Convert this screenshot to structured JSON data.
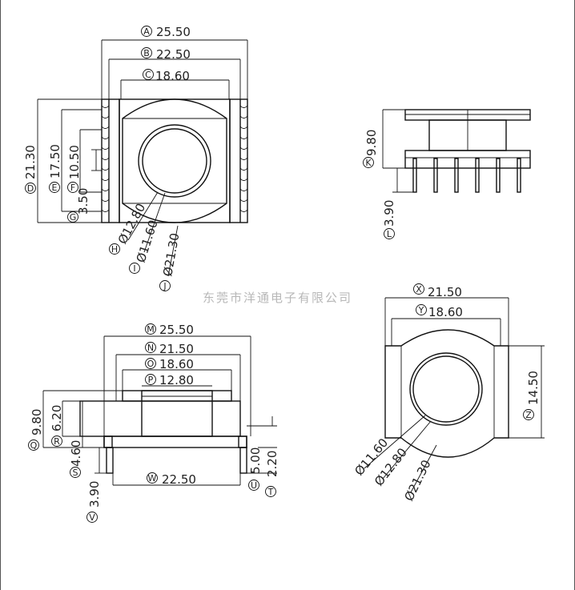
{
  "watermark": "东莞市洋通电子有限公司",
  "top_left_view": {
    "A": {
      "letter": "A",
      "value": "25.50"
    },
    "B": {
      "letter": "B",
      "value": "22.50"
    },
    "C": {
      "letter": "C",
      "value": "18.60"
    },
    "D": {
      "letter": "D",
      "value": "21.30"
    },
    "E": {
      "letter": "E",
      "value": "17.50"
    },
    "F": {
      "letter": "F",
      "value": "10.50"
    },
    "G": {
      "letter": "G",
      "value": "3.50"
    },
    "H": {
      "letter": "H",
      "value": "Ø12.80"
    },
    "I": {
      "letter": "I",
      "value": "Ø11.60"
    },
    "J": {
      "letter": "J",
      "value": "Ø21.30"
    }
  },
  "top_right_view": {
    "K": {
      "letter": "K",
      "value": "9.80"
    },
    "L": {
      "letter": "L",
      "value": "3.90"
    }
  },
  "bottom_left_view": {
    "M": {
      "letter": "M",
      "value": "25.50"
    },
    "N": {
      "letter": "N",
      "value": "21.50"
    },
    "O": {
      "letter": "O",
      "value": "18.60"
    },
    "P": {
      "letter": "P",
      "value": "12.80"
    },
    "Q": {
      "letter": "Q",
      "value": "9.80"
    },
    "R": {
      "letter": "R",
      "value": "6.20"
    },
    "S": {
      "letter": "S",
      "value": "4.60"
    },
    "V": {
      "letter": "V",
      "value": "3.90"
    },
    "W": {
      "letter": "W",
      "value": "22.50"
    },
    "U": {
      "letter": "U",
      "value": "5.00"
    },
    "T": {
      "letter": "T",
      "value": "2.20"
    }
  },
  "bottom_right_view": {
    "X": {
      "letter": "X",
      "value": "21.50"
    },
    "Y": {
      "letter": "Y",
      "value": "18.60"
    },
    "Z": {
      "letter": "Z",
      "value": "14.50"
    },
    "d1": {
      "value": "Ø11.60"
    },
    "d2": {
      "value": "Ø12.80"
    },
    "d3": {
      "value": "Ø21.30"
    }
  }
}
